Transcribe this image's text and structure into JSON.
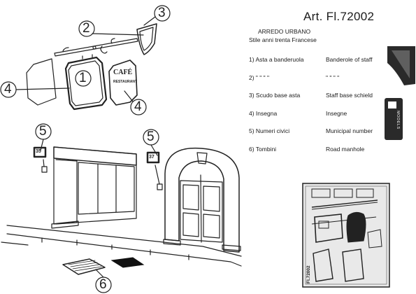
{
  "header": {
    "article_number": "Art. Fl.72002",
    "title": "ARREDO URBANO",
    "subtitle": "Stile anni trenta Francese"
  },
  "parts": [
    {
      "it": "1) Asta a banderuola",
      "en": "Banderole of staff"
    },
    {
      "it": "2)  \"  \"  \"  \"",
      "en": "\"  \"  \"  \""
    },
    {
      "it": "3) Scudo base asta",
      "en": "Staff base schield"
    },
    {
      "it": "4) Insegna",
      "en": "Insegne"
    },
    {
      "it": "5) Numeri civici",
      "en": "Municipal number"
    },
    {
      "it": "6) Tombini",
      "en": "Road manhole"
    }
  ],
  "callouts": {
    "c1": "1",
    "c2": "2",
    "c3": "3",
    "c4_left": "4",
    "c4_right": "4",
    "c5_left": "5",
    "c5_right": "5",
    "c6": "6"
  },
  "sign": {
    "line1": "CAFÉ",
    "line2": "RESTAURANT"
  },
  "house_numbers": {
    "left": "35",
    "right": "37"
  },
  "fret": {
    "code": "Fl.72002"
  },
  "logo": {
    "vertical_text": "MODELS"
  },
  "colors": {
    "ink": "#1b1b1b",
    "paper": "#ffffff",
    "logo": "#2a2a2a",
    "fret_bg": "#e9e9e9"
  }
}
